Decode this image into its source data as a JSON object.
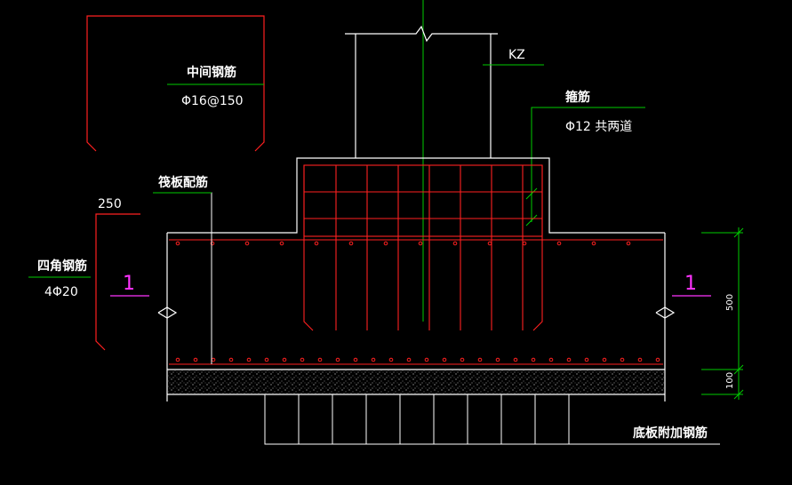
{
  "labels": {
    "middle_rebar_title": "中间钢筋",
    "middle_rebar_spec": "Φ16@150",
    "column_tag": "KZ",
    "stirrup_title": "箍筋",
    "stirrup_spec": "Φ12 共两道",
    "raft_rebar": "筏板配筋",
    "corner_dim": "250",
    "corner_rebar_title": "四角钢筋",
    "corner_rebar_spec": "4Φ20",
    "section_left": "1",
    "section_right": "1",
    "dim_500": "500",
    "dim_100": "100",
    "bottom_extra_rebar": "底板附加钢筋"
  },
  "colors": {
    "background": "#000000",
    "outline": "#ffffff",
    "rebar": "#ff2020",
    "leader": "#00cc00",
    "section_mark": "#ff33ff",
    "dimension": "#00cc00"
  }
}
